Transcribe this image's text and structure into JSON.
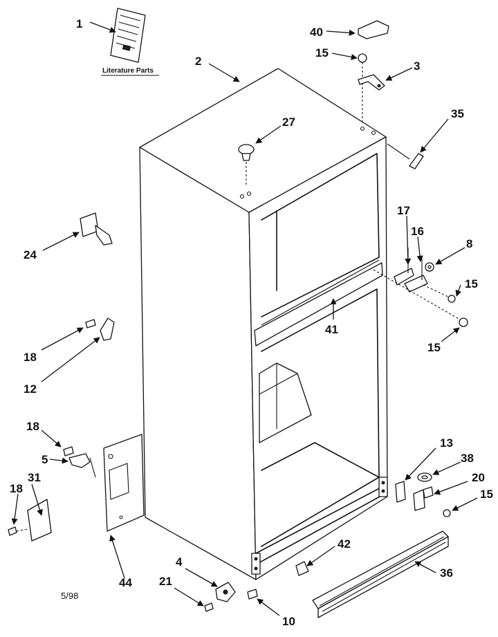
{
  "literature_label": "Literature Parts",
  "date_code": "5/98",
  "callouts": [
    {
      "id": "c1",
      "text": "1"
    },
    {
      "id": "c2",
      "text": "2"
    },
    {
      "id": "c40",
      "text": "40"
    },
    {
      "id": "c15a",
      "text": "15"
    },
    {
      "id": "c3",
      "text": "3"
    },
    {
      "id": "c27",
      "text": "27"
    },
    {
      "id": "c35",
      "text": "35"
    },
    {
      "id": "c24",
      "text": "24"
    },
    {
      "id": "c17",
      "text": "17"
    },
    {
      "id": "c16",
      "text": "16"
    },
    {
      "id": "c8",
      "text": "8"
    },
    {
      "id": "c15b",
      "text": "15"
    },
    {
      "id": "c41",
      "text": "41"
    },
    {
      "id": "c15c",
      "text": "15"
    },
    {
      "id": "c18a",
      "text": "18"
    },
    {
      "id": "c12",
      "text": "12"
    },
    {
      "id": "c18b",
      "text": "18"
    },
    {
      "id": "c5",
      "text": "5"
    },
    {
      "id": "c31",
      "text": "31"
    },
    {
      "id": "c18c",
      "text": "18"
    },
    {
      "id": "c44",
      "text": "44"
    },
    {
      "id": "c13",
      "text": "13"
    },
    {
      "id": "c38",
      "text": "38"
    },
    {
      "id": "c20",
      "text": "20"
    },
    {
      "id": "c15d",
      "text": "15"
    },
    {
      "id": "c42",
      "text": "42"
    },
    {
      "id": "c36",
      "text": "36"
    },
    {
      "id": "c4",
      "text": "4"
    },
    {
      "id": "c21",
      "text": "21"
    },
    {
      "id": "c10",
      "text": "10"
    }
  ]
}
